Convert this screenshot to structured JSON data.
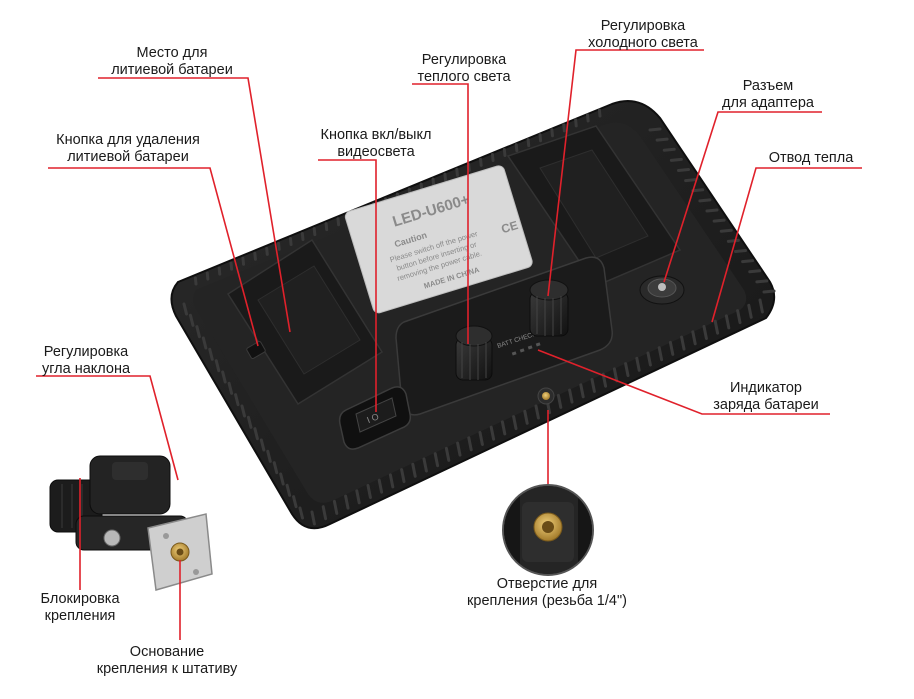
{
  "labels": {
    "battery_slot": [
      "Место для",
      "литиевой батареи"
    ],
    "battery_release": [
      "Кнопка для удаления",
      "литиевой батареи"
    ],
    "power_button": [
      "Кнопка вкл/выкл",
      "видеосвета"
    ],
    "warm_knob": [
      "Регулировка",
      "теплого света"
    ],
    "cold_knob": [
      "Регулировка",
      "холодного света"
    ],
    "adapter_jack": [
      "Разъем",
      "для адаптера"
    ],
    "heat_sink": [
      "Отвод тепла"
    ],
    "battery_indicator": [
      "Индикатор",
      "заряда батареи"
    ],
    "tilt_adjust": [
      "Регулировка",
      "угла наклона"
    ],
    "mount_lock": [
      "Блокировка",
      "крепления"
    ],
    "mount_base": [
      "Основание",
      "крепления к штативу"
    ],
    "thread_hole": [
      "Отверстие для",
      "крепления (резьба 1/4\")"
    ]
  },
  "device": {
    "model": "LED-U600+",
    "caution": "Caution",
    "warning_lines": [
      "Please switch off the power",
      "button before inserting or",
      "removing the power cable."
    ],
    "origin": "MADE IN CHINA",
    "batt_check": "BATT CHECK",
    "switch_symbols": "I O"
  },
  "colors": {
    "leader": "#e0212b",
    "body": "#1e1e1e",
    "label_plate": "#d9d9d9",
    "brass": "#c9a04a"
  }
}
